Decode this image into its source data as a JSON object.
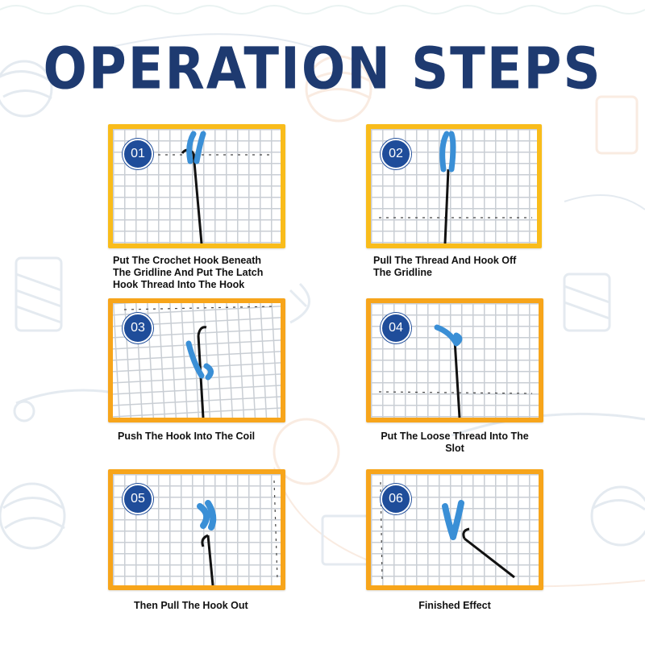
{
  "title": "OPERATION STEPS",
  "colors": {
    "title": "#1e3a70",
    "frame_yellow": "#f9bc1b",
    "frame_orange": "#f7a51b",
    "badge": "#1f4d9a",
    "yarn": "#3a8fd6"
  },
  "steps": [
    {
      "number": "01",
      "caption": "Put The Crochet Hook Beneath\nThe Gridline And Put The Latch\nHook Thread Into The Hook"
    },
    {
      "number": "02",
      "caption": "Pull The Thread And Hook Off\nThe Gridline"
    },
    {
      "number": "03",
      "caption": "Push The Hook Into The  Coil"
    },
    {
      "number": "04",
      "caption": "Put The Loose Thread Into The\nSlot"
    },
    {
      "number": "05",
      "caption": "Then Pull The Hook Out"
    },
    {
      "number": "06",
      "caption": "Finished Effect"
    }
  ],
  "icons": [
    "yarn-ball-icon",
    "crochet-hook-icon",
    "sewing-pin-icon",
    "thread-spool-icon",
    "scissors-icon",
    "grid-mesh-icon"
  ]
}
